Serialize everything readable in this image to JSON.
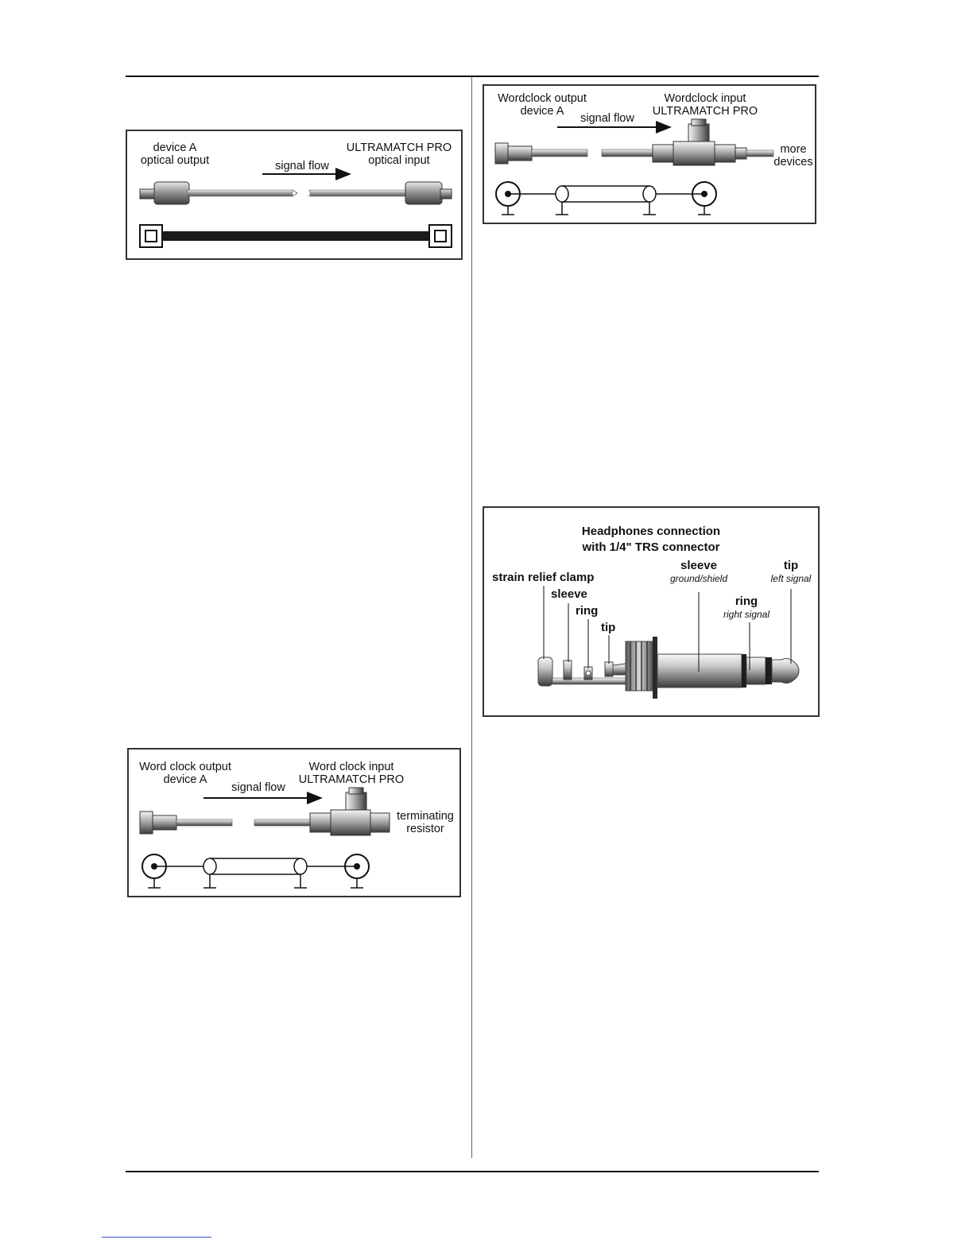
{
  "optical": {
    "source_label": [
      "device A",
      "optical output"
    ],
    "dest_label": [
      "ULTRAMATCH PRO",
      "optical input"
    ],
    "flow_label": "signal flow"
  },
  "wordclock_term": {
    "source_label": [
      "Word clock output",
      "device A"
    ],
    "dest_label": [
      "Word clock input",
      "ULTRAMATCH PRO"
    ],
    "flow_label": "signal flow",
    "end_label": [
      "terminating",
      "resistor"
    ]
  },
  "wordclock_chain": {
    "source_label": [
      "Wordclock output",
      "device A"
    ],
    "dest_label": [
      "Wordclock input",
      "ULTRAMATCH PRO"
    ],
    "flow_label": "signal flow",
    "end_label": [
      "more",
      "devices"
    ]
  },
  "headphones": {
    "title": [
      "Headphones connection",
      "with 1/4\" TRS connector"
    ],
    "strain_relief": "strain relief clamp",
    "inner_sleeve": "sleeve",
    "inner_ring": "ring",
    "inner_tip": "tip",
    "sleeve": "sleeve",
    "sleeve_sub": "ground/shield",
    "tip": "tip",
    "tip_sub": "left signal",
    "ring": "ring",
    "ring_sub": "right signal"
  }
}
